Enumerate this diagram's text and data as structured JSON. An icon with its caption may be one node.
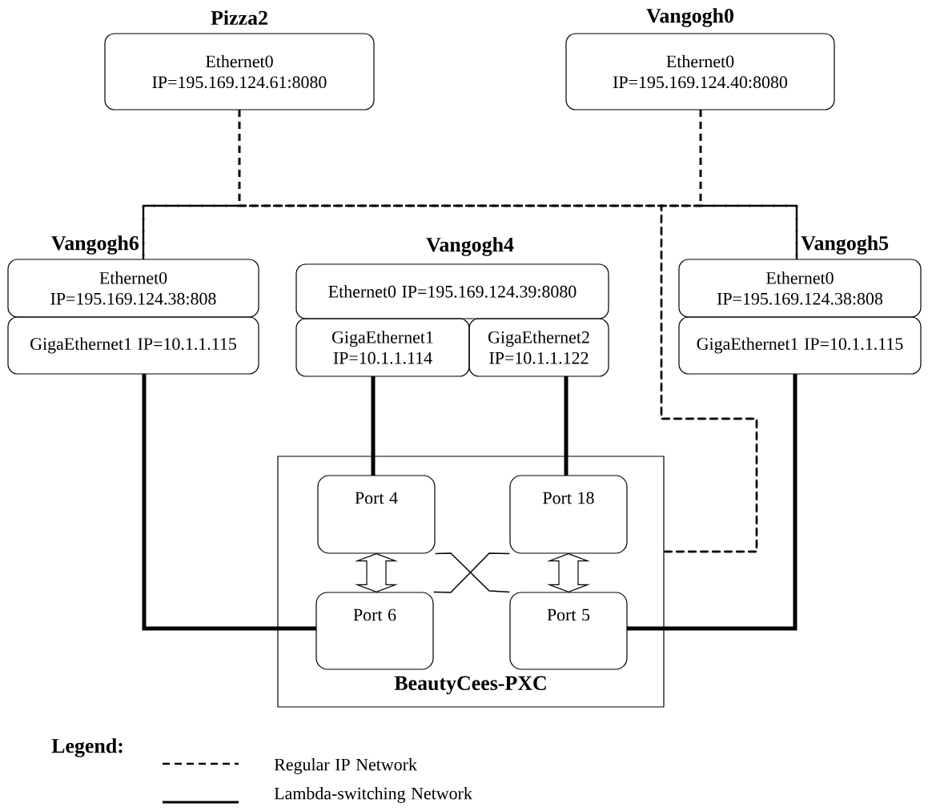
{
  "diagram": {
    "nodes": [
      {
        "text": [
          "Pizza2",
          "Ethernet0 IP=195.169.124.61:8080"
        ]
      },
      {
        "text": [
          "Vangogh0",
          "Ethernet0 IP=195.169.124.40:8080"
        ]
      },
      {
        "text": [
          "Vangogh6",
          "Ethernet0 IP=195.169.124.38:808"
        ]
      },
      {
        "text": [
          "GigaEthernet1 IP=10.1.1.115"
        ]
      },
      {
        "text": [
          "Vangogh4",
          "Ethernet0 IP=195.169.124.39:8080"
        ]
      },
      {
        "text": [
          "GigaEthernet1 IP=10.1.1.114"
        ]
      },
      {
        "text": [
          "GigaEthernet2 IP=10.1.1.122"
        ]
      },
      {
        "text": [
          "Vangogh5",
          "Ethernet0 IP=195.169.124.38:808"
        ]
      },
      {
        "text": [
          "GigaEthernet1 IP=10.1.1.115"
        ]
      },
      {
        "text": [
          "BeautyCees-PXC"
        ]
      },
      {
        "text": [
          "Port 4"
        ],
        "in": 9
      },
      {
        "text": [
          "Port 18"
        ],
        "in": 9
      },
      {
        "text": [
          "Port 6"
        ],
        "in": 9
      },
      {
        "text": [
          "Port 5"
        ],
        "in": 9
      }
    ],
    "edges": [
      {
        "from": 0,
        "to": 2,
        "arrow": "none",
        "style": "dashed"
      },
      {
        "from": 0,
        "to": 7,
        "arrow": "none",
        "style": "dashed"
      },
      {
        "from": 0,
        "to": 9,
        "arrow": "none",
        "style": "dashed"
      },
      {
        "from": 1,
        "to": 2,
        "arrow": "none",
        "style": "dashed"
      },
      {
        "from": 1,
        "to": 7,
        "arrow": "none",
        "style": "dashed"
      },
      {
        "from": 1,
        "to": 9,
        "arrow": "none",
        "style": "dashed"
      },
      {
        "from": 3,
        "to": 12,
        "arrow": "none",
        "style": "thick"
      },
      {
        "from": 5,
        "to": 10,
        "arrow": "none",
        "style": "thick"
      },
      {
        "from": 6,
        "to": 11,
        "arrow": "none",
        "style": "thick"
      },
      {
        "from": 8,
        "to": 13,
        "arrow": "none",
        "style": "thick"
      },
      {
        "from": 10,
        "to": 12,
        "arrow": "both"
      },
      {
        "from": 11,
        "to": 13,
        "arrow": "both"
      },
      {
        "from": 10,
        "to": 13,
        "arrow": "none"
      },
      {
        "from": 12,
        "to": 11,
        "arrow": "none"
      }
    ],
    "labels": [
      "Legend:"
    ],
    "legend": [
      {
        "text": "Regular IP Network"
      },
      {
        "text": "Lambda-switching Network"
      }
    ]
  }
}
